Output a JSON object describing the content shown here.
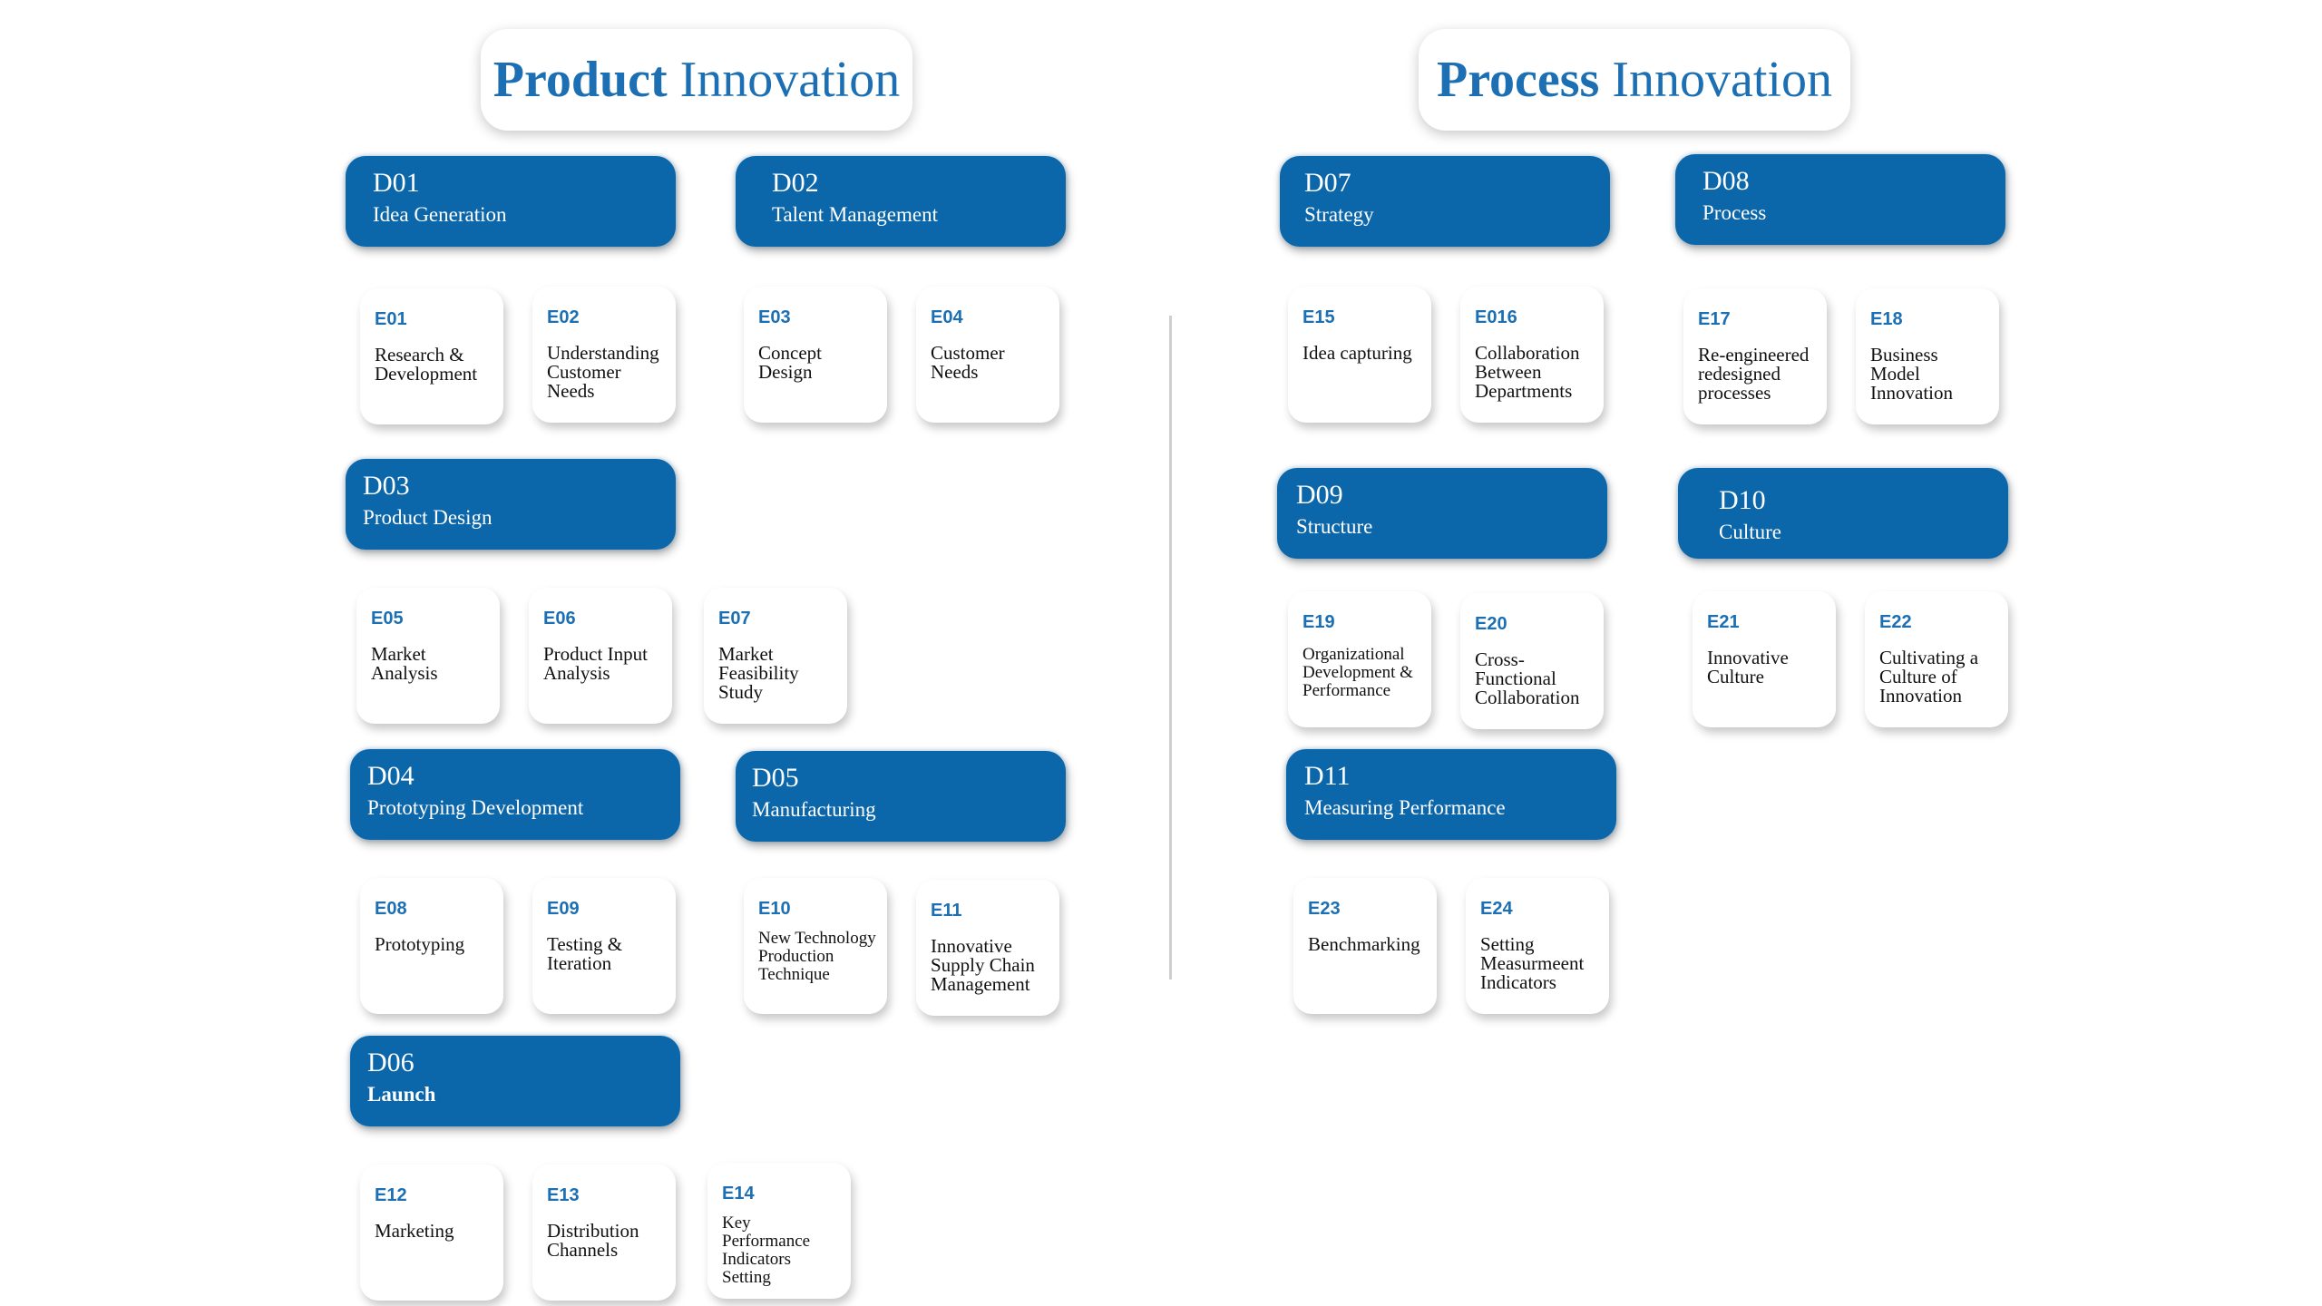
{
  "titles": {
    "product_bold": "Product",
    "product_light": "Innovation",
    "process_bold": "Process",
    "process_light": "Innovation"
  },
  "dimensions": {
    "d01": {
      "code": "D01",
      "name": "Idea Generation"
    },
    "d02": {
      "code": "D02",
      "name": "Talent Management"
    },
    "d03": {
      "code": "D03",
      "name": "Product Design"
    },
    "d04": {
      "code": "D04",
      "name": "Prototyping Development"
    },
    "d05": {
      "code": "D05",
      "name": "Manufacturing"
    },
    "d06": {
      "code": "D06",
      "name": "Launch"
    },
    "d07": {
      "code": "D07",
      "name": "Strategy"
    },
    "d08": {
      "code": "D08",
      "name": "Process"
    },
    "d09": {
      "code": "D09",
      "name": "Structure"
    },
    "d10": {
      "code": "D10",
      "name": "Culture"
    },
    "d11": {
      "code": "D11",
      "name": "Measuring Performance"
    }
  },
  "elements": {
    "e01": {
      "code": "E01",
      "name": "Research & Development"
    },
    "e02": {
      "code": "E02",
      "name": "Understanding Customer Needs"
    },
    "e03": {
      "code": "E03",
      "name": "Concept Design"
    },
    "e04": {
      "code": "E04",
      "name": "Customer Needs"
    },
    "e05": {
      "code": "E05",
      "name": "Market Analysis"
    },
    "e06": {
      "code": "E06",
      "name": "Product Input Analysis"
    },
    "e07": {
      "code": "E07",
      "name": "Market Feasibility Study"
    },
    "e08": {
      "code": "E08",
      "name": "Prototyping"
    },
    "e09": {
      "code": "E09",
      "name": "Testing & Iteration"
    },
    "e10": {
      "code": "E10",
      "name": "New Technology Production Technique"
    },
    "e11": {
      "code": "E11",
      "name": "Innovative Supply Chain Management"
    },
    "e12": {
      "code": "E12",
      "name": "Marketing"
    },
    "e13": {
      "code": "E13",
      "name": "Distribution Channels"
    },
    "e14": {
      "code": "E14",
      "name": "Key Performance Indicators Setting"
    },
    "e15": {
      "code": "E15",
      "name": "Idea capturing"
    },
    "e16": {
      "code": "E016",
      "name": "Collaboration Between Departments"
    },
    "e17": {
      "code": "E17",
      "name": "Re-engineered redesigned processes"
    },
    "e18": {
      "code": "E18",
      "name": "Business Model Innovation"
    },
    "e19": {
      "code": "E19",
      "name": "Organizational Development & Performance"
    },
    "e20": {
      "code": "E20",
      "name": "Cross-Functional Collaboration"
    },
    "e21": {
      "code": "E21",
      "name": "Innovative Culture"
    },
    "e22": {
      "code": "E22",
      "name": "Cultivating a Culture of Innovation"
    },
    "e23": {
      "code": "E23",
      "name": "Benchmarking"
    },
    "e24": {
      "code": "E24",
      "name": "Setting Measurmeent Indicators"
    }
  },
  "colors": {
    "accent": "#1b6fb2",
    "dimension_fill": "#0b66aa"
  }
}
